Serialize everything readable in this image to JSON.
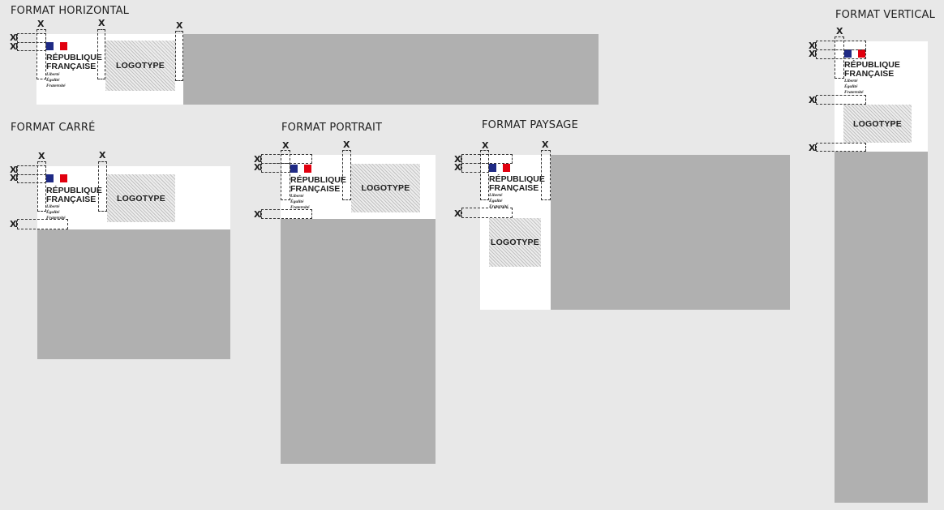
{
  "titles": {
    "horizontal": "FORMAT HORIZONTAL",
    "carre": "FORMAT CARRÉ",
    "portrait": "FORMAT PORTRAIT",
    "paysage": "FORMAT PAYSAGE",
    "vertical": "FORMAT VERTICAL"
  },
  "marianne": {
    "line1": "RÉPUBLIQUE",
    "line2": "FRANÇAISE",
    "motto1": "Liberté",
    "motto2": "Égalité",
    "motto3": "Fraternité"
  },
  "logotype_label": "LOGOTYPE",
  "spacing_marker": "X",
  "colors": {
    "background": "#e8e8e8",
    "image_area": "#b0b0b0",
    "block": "#ffffff",
    "flag_blue": "#1f2a85",
    "flag_red": "#e1000f"
  }
}
